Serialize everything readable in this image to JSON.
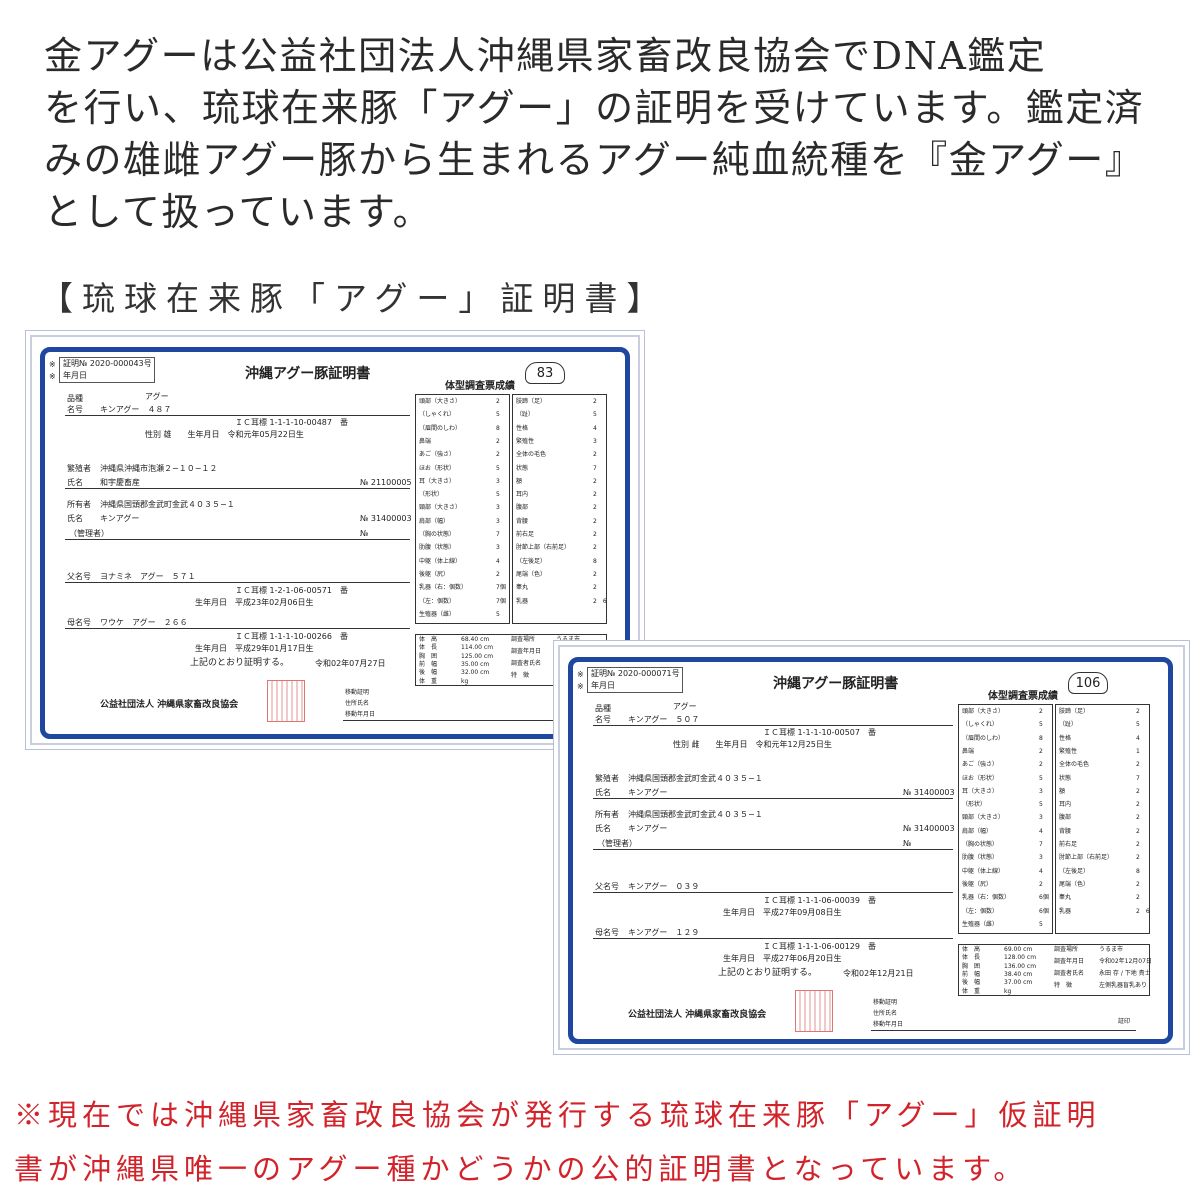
{
  "intro": {
    "lines": [
      "金アグーは公益社団法人沖縄県家畜改良協会でDNA鑑定",
      "を行い、琉球在来豚「アグー」の証明を受けています。鑑定済",
      "みの雄雌アグー豚から生まれるアグー純血統種を『金アグー』",
      "として扱っています。"
    ]
  },
  "subheading": "【琉球在来豚「アグー」証明書】",
  "note": {
    "lines": [
      "※現在では沖縄県家畜改良協会が発行する琉球在来豚「アグー」仮証明",
      "書が沖縄県唯一のアグー種かどうかの公的証明書となっています。"
    ]
  },
  "colors": {
    "frame": "#1f47a0",
    "note": "#d2232a"
  },
  "certificates": [
    {
      "cert_no": "証明№ 2020-000043号",
      "date_label": "年月日",
      "title": "沖縄アグー豚証明書",
      "breed_label": "品種",
      "breed": "アグー",
      "name_label": "名号",
      "name": "キンアグー　４８７",
      "ic": "ＩＣ耳標 1-1-1-10-00487　番",
      "sex_line": "性別 雄　　生年月日　令和元年05月22日生",
      "breeder_label": "繁殖者",
      "breeder_addr": "沖縄県沖縄市泡瀬２−１０−１２",
      "breeder_name_label": "氏名",
      "breeder_name": "和宇慶畜産",
      "breeder_no": "№ 21100005",
      "owner_label": "所有者",
      "owner_addr": "沖縄県国頭郡金武町金武４０３５−１",
      "owner_name_label": "氏名",
      "owner_name": "キンアグー",
      "owner_no": "№ 31400003",
      "manager_label": "（管理者）",
      "manager_no": "№",
      "sire_label": "父名号",
      "sire": "ヨナミネ　アグー　５７１",
      "sire_ic": "ＩＣ耳標 1-2-1-06-00571　番",
      "sire_birth": "生年月日　平成23年02月06日生",
      "dam_label": "母名号",
      "dam": "ワウケ　アグー　２６６",
      "dam_ic": "ＩＣ耳標 1-1-1-10-00266　番",
      "dam_birth": "生年月日　平成29年01月17日生",
      "certify": "上記のとおり証明する。",
      "issue_date": "令和02年07月27日",
      "org": "公益社団法人 沖縄県家畜改良協会",
      "transfer": [
        "移動証明",
        "住所氏名",
        "移動年月日"
      ],
      "id_no": "83",
      "survey_title": "体型調査票成績",
      "survey_left": [
        [
          "頭部（大きさ）",
          "2"
        ],
        [
          "（しゃくれ）",
          "5"
        ],
        [
          "（眉間のしわ）",
          "8"
        ],
        [
          "鼻端",
          "2"
        ],
        [
          "あご（強さ）",
          "2"
        ],
        [
          "ほお（形状）",
          "5"
        ],
        [
          "耳（大きさ）",
          "3"
        ],
        [
          "（形状）",
          "5"
        ],
        [
          "頸部（大きさ）",
          "3"
        ],
        [
          "肩部（幅）",
          "3"
        ],
        [
          "（胸の状態）",
          "7"
        ],
        [
          "肋腹（状態）",
          "3"
        ],
        [
          "中躯（体上線）",
          "4"
        ],
        [
          "後躯（尻）",
          "2"
        ],
        [
          "乳器（右：個数）",
          "7個"
        ],
        [
          "（左：個数）",
          "7個"
        ],
        [
          "生殖器（雌）",
          "5"
        ]
      ],
      "survey_right": [
        [
          "肢蹄（足）",
          "2"
        ],
        [
          "（趾）",
          "5"
        ],
        [
          "性格",
          "4"
        ],
        [
          "繁殖性",
          "3"
        ],
        [
          "全体の毛色",
          "2"
        ],
        [
          "状態",
          "7"
        ],
        [
          "額",
          "2"
        ],
        [
          "耳内",
          "2"
        ],
        [
          "腹部",
          "2"
        ],
        [
          "背腰",
          "2"
        ],
        [
          "前右足",
          "2"
        ],
        [
          "肘節上部（右前足）",
          "2"
        ],
        [
          "（左後足）",
          "8"
        ],
        [
          "尾端（色）",
          "2"
        ],
        [
          "睾丸",
          "2"
        ],
        [
          "乳器",
          "2　6"
        ]
      ],
      "measure": [
        [
          "体　高",
          "68.40 cm"
        ],
        [
          "体　長",
          "114.00 cm"
        ],
        [
          "胸　囲",
          "125.00 cm"
        ],
        [
          "前　幅",
          "35.00 cm"
        ],
        [
          "後　幅",
          "32.00 cm"
        ],
        [
          "体　重",
          "kg"
        ]
      ],
      "measure_info": [
        [
          "調査場所",
          "うるま市"
        ],
        [
          "調査年月日",
          ""
        ],
        [
          "調査者氏名",
          ""
        ],
        [
          "特　徴",
          ""
        ]
      ]
    },
    {
      "cert_no": "証明№ 2020-000071号",
      "date_label": "年月日",
      "title": "沖縄アグー豚証明書",
      "breed_label": "品種",
      "breed": "アグー",
      "name_label": "名号",
      "name": "キンアグー　５０７",
      "ic": "ＩＣ耳標 1-1-1-10-00507　番",
      "sex_line": "性別 雌　　生年月日　令和元年12月25日生",
      "breeder_label": "繁殖者",
      "breeder_addr": "沖縄県国頭郡金武町金武４０３５−１",
      "breeder_name_label": "氏名",
      "breeder_name": "キンアグー",
      "breeder_no": "№ 31400003",
      "owner_label": "所有者",
      "owner_addr": "沖縄県国頭郡金武町金武４０３５−１",
      "owner_name_label": "氏名",
      "owner_name": "キンアグー",
      "owner_no": "№ 31400003",
      "manager_label": "（管理者）",
      "manager_no": "№",
      "sire_label": "父名号",
      "sire": "キンアグー　０３９",
      "sire_ic": "ＩＣ耳標 1-1-1-06-00039　番",
      "sire_birth": "生年月日　平成27年09月08日生",
      "dam_label": "母名号",
      "dam": "キンアグー　１２９",
      "dam_ic": "ＩＣ耳標 1-1-1-06-00129　番",
      "dam_birth": "生年月日　平成27年06月20日生",
      "certify": "上記のとおり証明する。",
      "issue_date": "令和02年12月21日",
      "org": "公益社団法人 沖縄県家畜改良協会",
      "transfer": [
        "移動証明",
        "住所氏名",
        "移動年月日"
      ],
      "id_no": "106",
      "survey_title": "体型調査票成績",
      "seal_label": "証印",
      "survey_left": [
        [
          "頭部（大きさ）",
          "2"
        ],
        [
          "（しゃくれ）",
          "5"
        ],
        [
          "（眉間のしわ）",
          "8"
        ],
        [
          "鼻端",
          "2"
        ],
        [
          "あご（強さ）",
          "2"
        ],
        [
          "ほお（形状）",
          "5"
        ],
        [
          "耳（大きさ）",
          "3"
        ],
        [
          "（形状）",
          "5"
        ],
        [
          "頸部（大きさ）",
          "3"
        ],
        [
          "肩部（幅）",
          "4"
        ],
        [
          "（胸の状態）",
          "7"
        ],
        [
          "肋腹（状態）",
          "3"
        ],
        [
          "中躯（体上線）",
          "4"
        ],
        [
          "後躯（尻）",
          "2"
        ],
        [
          "乳器（右：個数）",
          "6個"
        ],
        [
          "（左：個数）",
          "6個"
        ],
        [
          "生殖器（雌）",
          "5"
        ]
      ],
      "survey_right": [
        [
          "肢蹄（足）",
          "2"
        ],
        [
          "（趾）",
          "5"
        ],
        [
          "性格",
          "4"
        ],
        [
          "繁殖性",
          "1"
        ],
        [
          "全体の毛色",
          "2"
        ],
        [
          "状態",
          "7"
        ],
        [
          "額",
          "2"
        ],
        [
          "耳内",
          "2"
        ],
        [
          "腹部",
          "2"
        ],
        [
          "背腰",
          "2"
        ],
        [
          "前右足",
          "2"
        ],
        [
          "肘節上部（右前足）",
          "2"
        ],
        [
          "（左後足）",
          "8"
        ],
        [
          "尾端（色）",
          "2"
        ],
        [
          "睾丸",
          "2"
        ],
        [
          "乳器",
          "2　6"
        ]
      ],
      "measure": [
        [
          "体　高",
          "69.00 cm"
        ],
        [
          "体　長",
          "128.00 cm"
        ],
        [
          "胸　囲",
          "136.00 cm"
        ],
        [
          "前　幅",
          "38.40 cm"
        ],
        [
          "後　幅",
          "37.00 cm"
        ],
        [
          "体　重",
          "kg"
        ]
      ],
      "measure_info": [
        [
          "調査場所",
          "うるま市"
        ],
        [
          "調査年月日",
          "令和02年12月07日"
        ],
        [
          "調査者氏名",
          "永田 存 / 下地 貴士"
        ],
        [
          "特　徴",
          "左側乳器盲乳あり"
        ]
      ]
    }
  ]
}
